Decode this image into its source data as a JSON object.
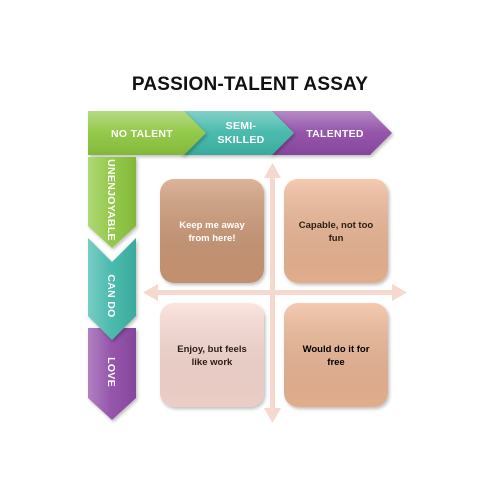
{
  "title": "PASSION-TALENT ASSAY",
  "top_axis": {
    "segments": [
      {
        "lines": [
          "NO TALENT"
        ],
        "color": "#8dc63f"
      },
      {
        "lines": [
          "SEMI-",
          "SKILLED"
        ],
        "color": "#3fb7a9"
      },
      {
        "lines": [
          "TALENTED"
        ],
        "color": "#8e4ba6"
      }
    ]
  },
  "left_axis": {
    "segments": [
      {
        "text": "UNENJOYABLE",
        "color": "#8dc63f"
      },
      {
        "text": "CAN DO",
        "color": "#3fb7a9"
      },
      {
        "text": "LOVE",
        "color": "#8e4ba6"
      }
    ]
  },
  "quadrants": {
    "top_left": {
      "lines": [
        "Keep me away",
        "from here!"
      ],
      "fill": "#cf9a77",
      "text_color": "#ffffff"
    },
    "top_right": {
      "lines": [
        "Capable, not too",
        "fun"
      ],
      "fill": "#efb896",
      "text_color": "#2b1d14"
    },
    "bottom_left": {
      "lines": [
        "Enjoy, but feels",
        "like work"
      ],
      "fill": "#fbdcd4",
      "text_color": "#2b1d14"
    },
    "bottom_right": {
      "lines": [
        "Would do it for",
        "free"
      ],
      "fill": "#efb896",
      "text_color": "#000000"
    }
  },
  "cross_arrows_color": "#f6d8cf"
}
